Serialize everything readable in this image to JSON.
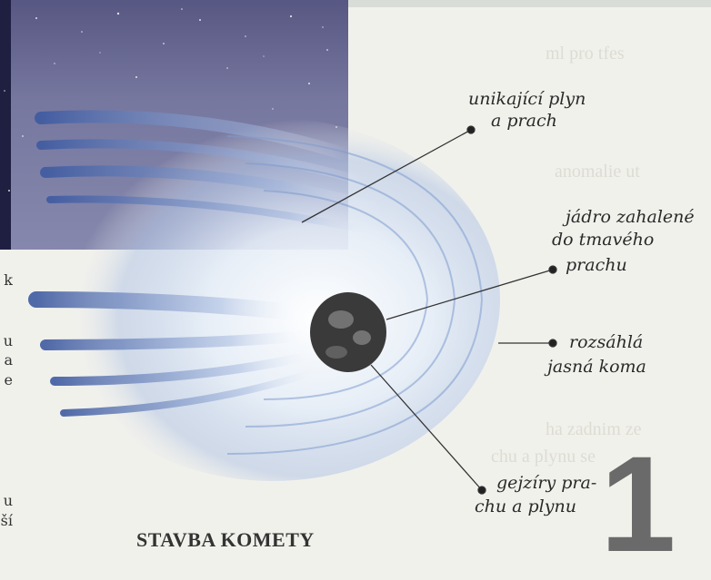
{
  "labels": {
    "escaping_gas": [
      "unikající plyn",
      "a prach"
    ],
    "nucleus": [
      "jádro zahalené",
      "do tmavého",
      "prachu"
    ],
    "coma": [
      "rozsáhlá",
      "jasná koma"
    ],
    "geysers": [
      "gejzíry pra-",
      "chu a plynu"
    ]
  },
  "title": "STAVBA KOMETY",
  "page_number": "1",
  "margin_letters": [
    "k",
    "u",
    "a",
    "e",
    "u",
    "ší"
  ],
  "colors": {
    "background": "#f1f1ec",
    "sky": "#1f1f42",
    "coma_blue": "#3e5aa0",
    "nucleus": "#3a3a3a"
  }
}
